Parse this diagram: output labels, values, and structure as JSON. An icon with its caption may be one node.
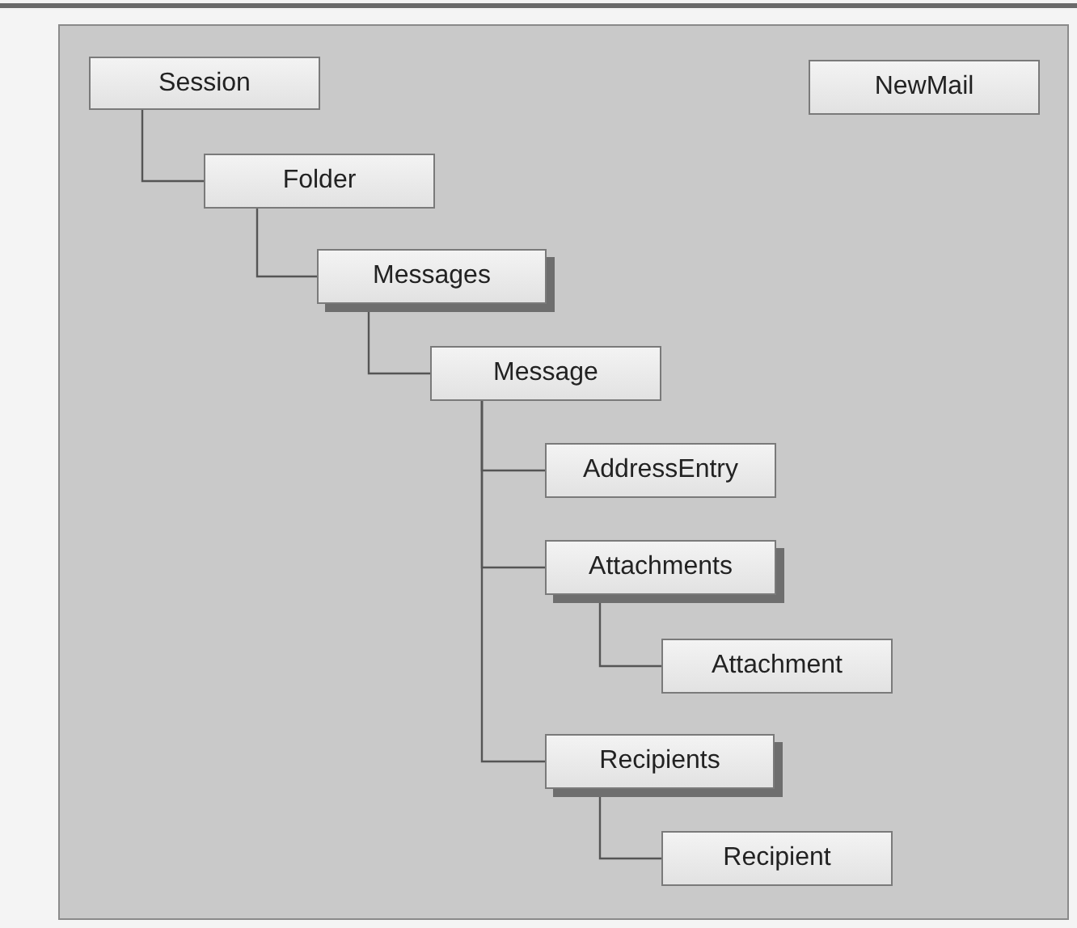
{
  "diagram": {
    "nodes": [
      {
        "text": [
          "Session"
        ]
      },
      {
        "text": [
          "NewMail"
        ]
      },
      {
        "text": [
          "Folder"
        ]
      },
      {
        "text": [
          "Messages"
        ]
      },
      {
        "text": [
          "Message"
        ]
      },
      {
        "text": [
          "AddressEntry"
        ]
      },
      {
        "text": [
          "Attachments"
        ]
      },
      {
        "text": [
          "Attachment"
        ]
      },
      {
        "text": [
          "Recipients"
        ]
      },
      {
        "text": [
          "Recipient"
        ]
      }
    ],
    "edges": [
      {
        "from": 0,
        "to": 2,
        "arrow": "none"
      },
      {
        "from": 2,
        "to": 3,
        "arrow": "none"
      },
      {
        "from": 3,
        "to": 4,
        "arrow": "none"
      },
      {
        "from": 4,
        "to": 5,
        "arrow": "none"
      },
      {
        "from": 4,
        "to": 6,
        "arrow": "none"
      },
      {
        "from": 6,
        "to": 7,
        "arrow": "none"
      },
      {
        "from": 4,
        "to": 8,
        "arrow": "none"
      },
      {
        "from": 8,
        "to": 9,
        "arrow": "none"
      }
    ]
  }
}
